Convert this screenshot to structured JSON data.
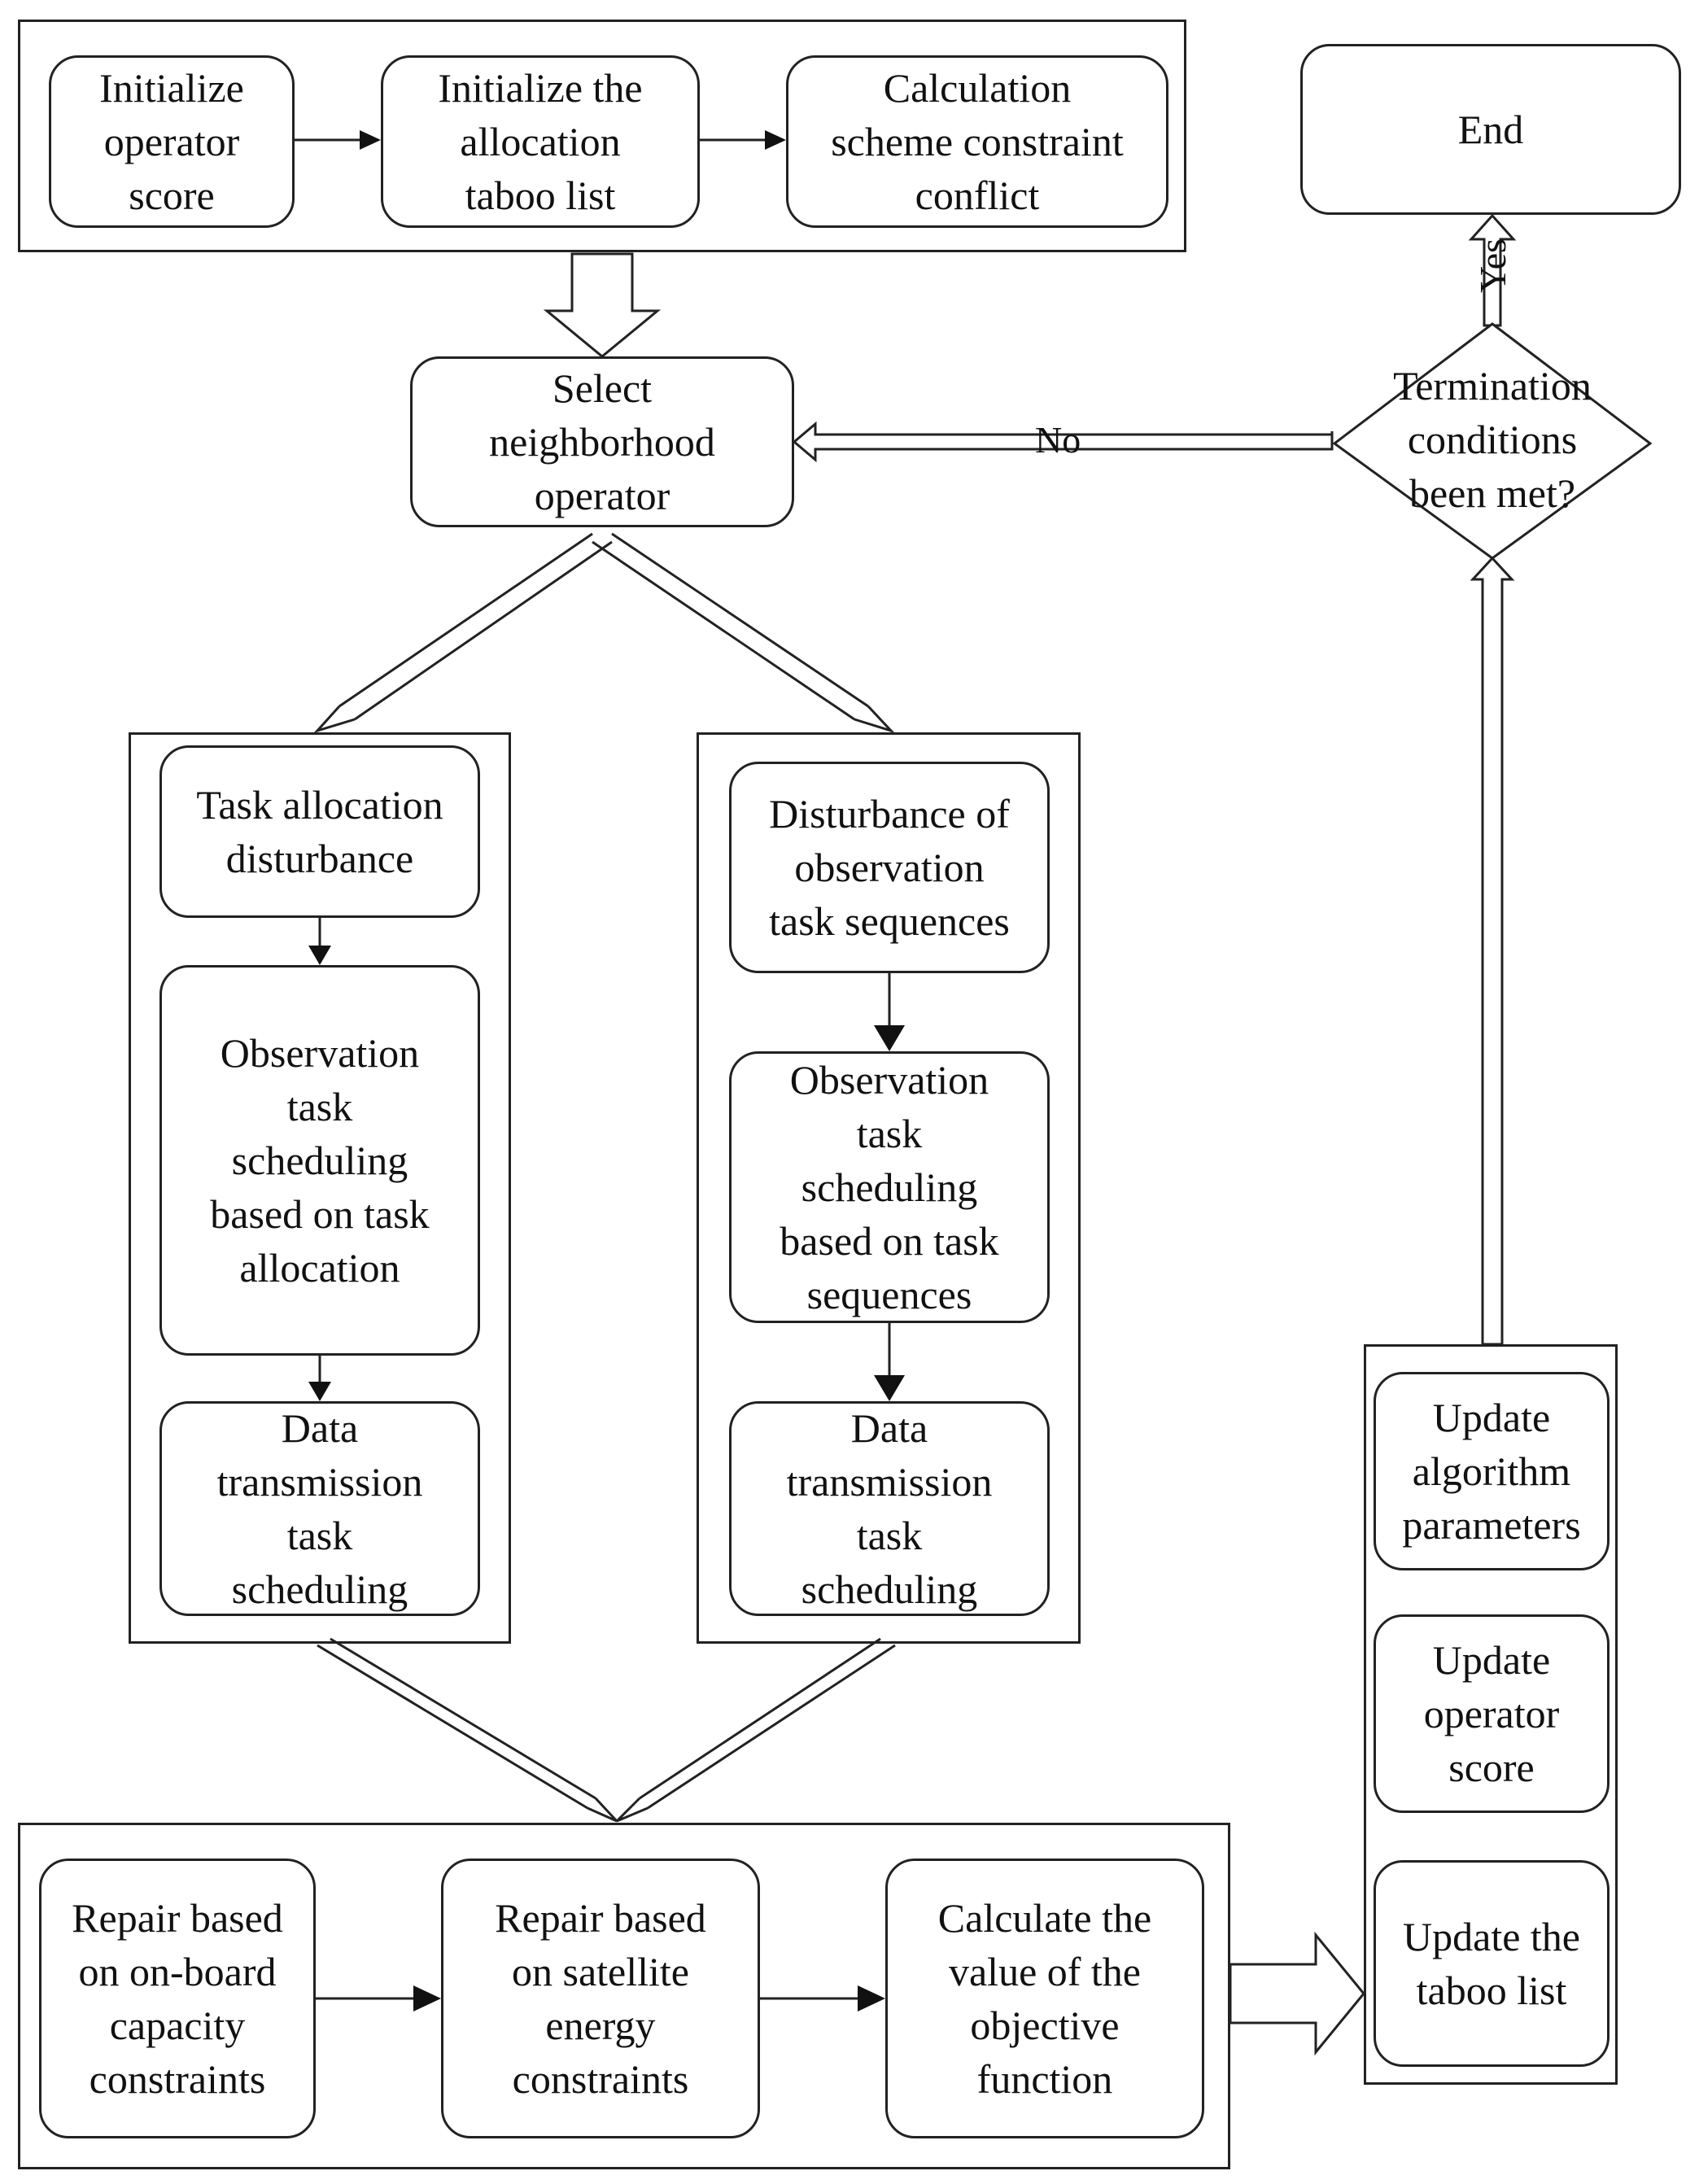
{
  "nodes": {
    "init_score": "Initialize\noperator\nscore",
    "init_taboo": "Initialize the\nallocation\ntaboo list",
    "calc_conflict": "Calculation\nscheme constraint\nconflict",
    "end": "End",
    "select_operator": "Select\nneighborhood\noperator",
    "termination": "Termination\nconditions\nbeen met?",
    "task_alloc_disturb": "Task allocation\ndisturbance",
    "obs_sched_alloc": "Observation\ntask\nscheduling\nbased on task\nallocation",
    "data_trans_left": "Data\ntransmission\ntask\nscheduling",
    "disturb_obs_seq": "Disturbance of\nobservation\ntask sequences",
    "obs_sched_seq": "Observation\ntask\nscheduling\nbased on task\nsequences",
    "data_trans_right": "Data\ntransmission\ntask\nscheduling",
    "repair_onboard": "Repair based\non on-board\ncapacity\nconstraints",
    "repair_energy": "Repair based\non satellite\nenergy\nconstraints",
    "calc_objective": "Calculate the\nvalue of the\nobjective\nfunction",
    "update_params": "Update\nalgorithm\nparameters",
    "update_score": "Update\noperator\nscore",
    "update_taboo": "Update the\ntaboo list"
  },
  "edge_labels": {
    "no": "No",
    "yes": "Yes"
  }
}
